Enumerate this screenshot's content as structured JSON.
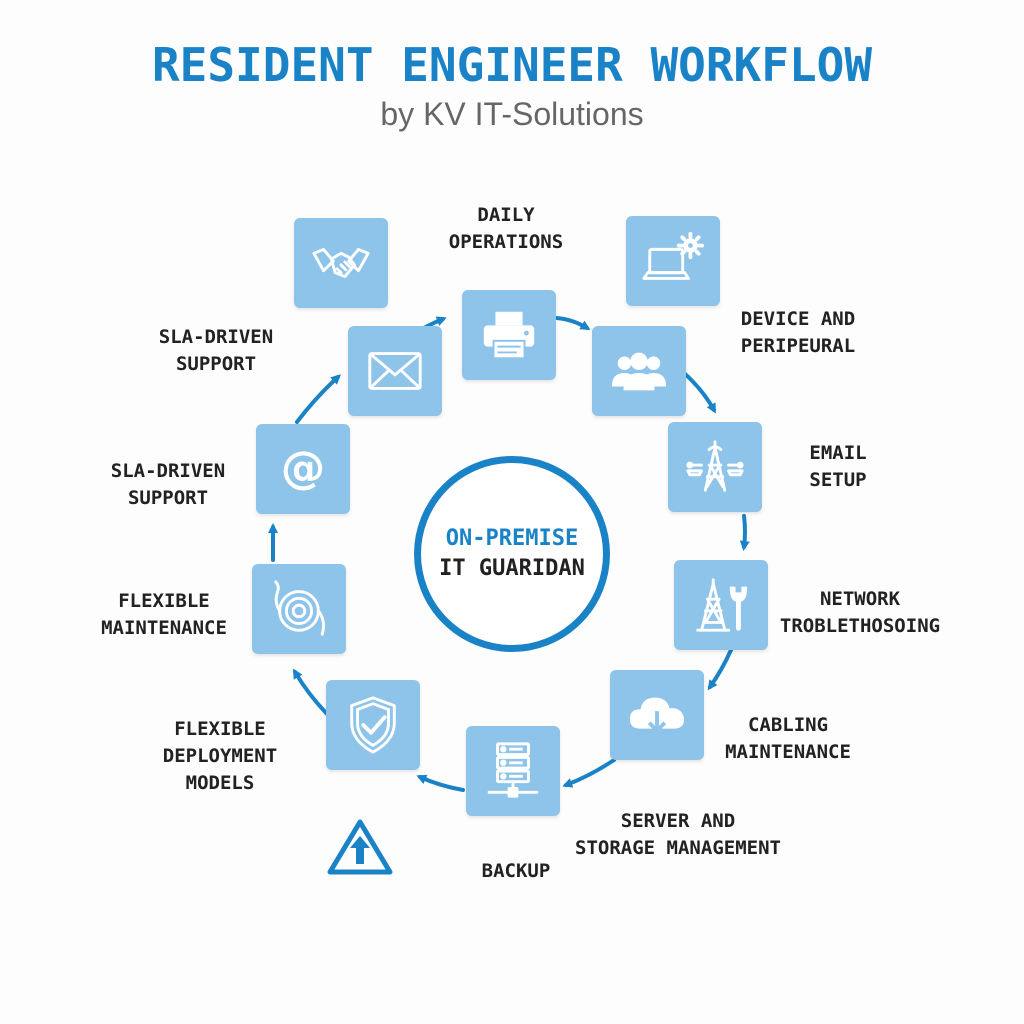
{
  "header": {
    "title": "RESIDENT ENGINEER WORKFLOW",
    "subtitle": "by KV IT-Solutions"
  },
  "center": {
    "line1": "ON-PREMISE",
    "line2": "IT GUARIDAN"
  },
  "labels": {
    "daily_operations": "DAILY\nOPERATIONS",
    "device_peripheral": "DEVICE AND\nPERIPEURAL",
    "email_setup": "EMAIL\nSETUP",
    "network_troubleshooting": "NETWORK\nTROBLETHOSOING",
    "cabling_maintenance": "CABLING\nMAINTENANCE",
    "server_storage": "SERVER AND\nSTORAGE MANAGEMENT",
    "backup": "BACKUP",
    "flexible_deployment": "FLEXIBLE\nDEPLOYMENT\nMODELS",
    "flexible_maintenance": "FLEXIBLE\nMAINTENANCE",
    "sla_support_lower": "SLA-DRIVEN\nSUPPORT",
    "sla_support_upper": "SLA-DRIVEN\nSUPPORT"
  },
  "icons": [
    "handshake-icon",
    "laptop-gear-icon",
    "envelope-icon",
    "printer-icon",
    "users-icon",
    "network-tower-icon",
    "at-sign-icon",
    "tower-wrench-icon",
    "cable-icon",
    "cloud-download-icon",
    "shield-check-icon",
    "server-icon",
    "warning-arrow-icon"
  ],
  "colors": {
    "accent": "#1a82c7",
    "tile": "#8ec4ea",
    "text": "#222222",
    "subtitle": "#666666"
  }
}
